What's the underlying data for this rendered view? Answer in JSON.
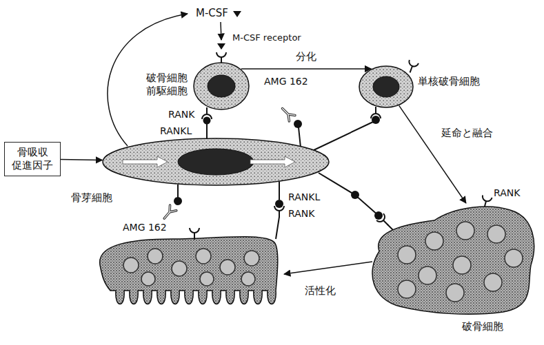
{
  "diagram": {
    "nodes": [
      {
        "text": [
          "破骨細胞 前駆細胞"
        ]
      },
      {
        "text": [
          "単核破骨細胞"
        ]
      },
      {
        "text": [
          "骨吸収 促進因子"
        ]
      },
      {
        "text": [
          "骨芽細胞"
        ]
      },
      {
        "text": [
          "破骨細胞"
        ]
      }
    ],
    "edges": [
      {
        "from": 2,
        "to": 3,
        "arrow": "to"
      },
      {
        "from": 0,
        "to": 1,
        "label": "分化",
        "arrow": "to"
      },
      {
        "from": 1,
        "to": 4,
        "label": "延命と融合",
        "arrow": "to"
      }
    ],
    "labels": [
      "M-CSF",
      "M-CSF receptor",
      "RANK",
      "RANKL",
      "AMG 162",
      "RANKL",
      "AMG 162",
      "RANK",
      "RANK",
      "活性化"
    ]
  }
}
